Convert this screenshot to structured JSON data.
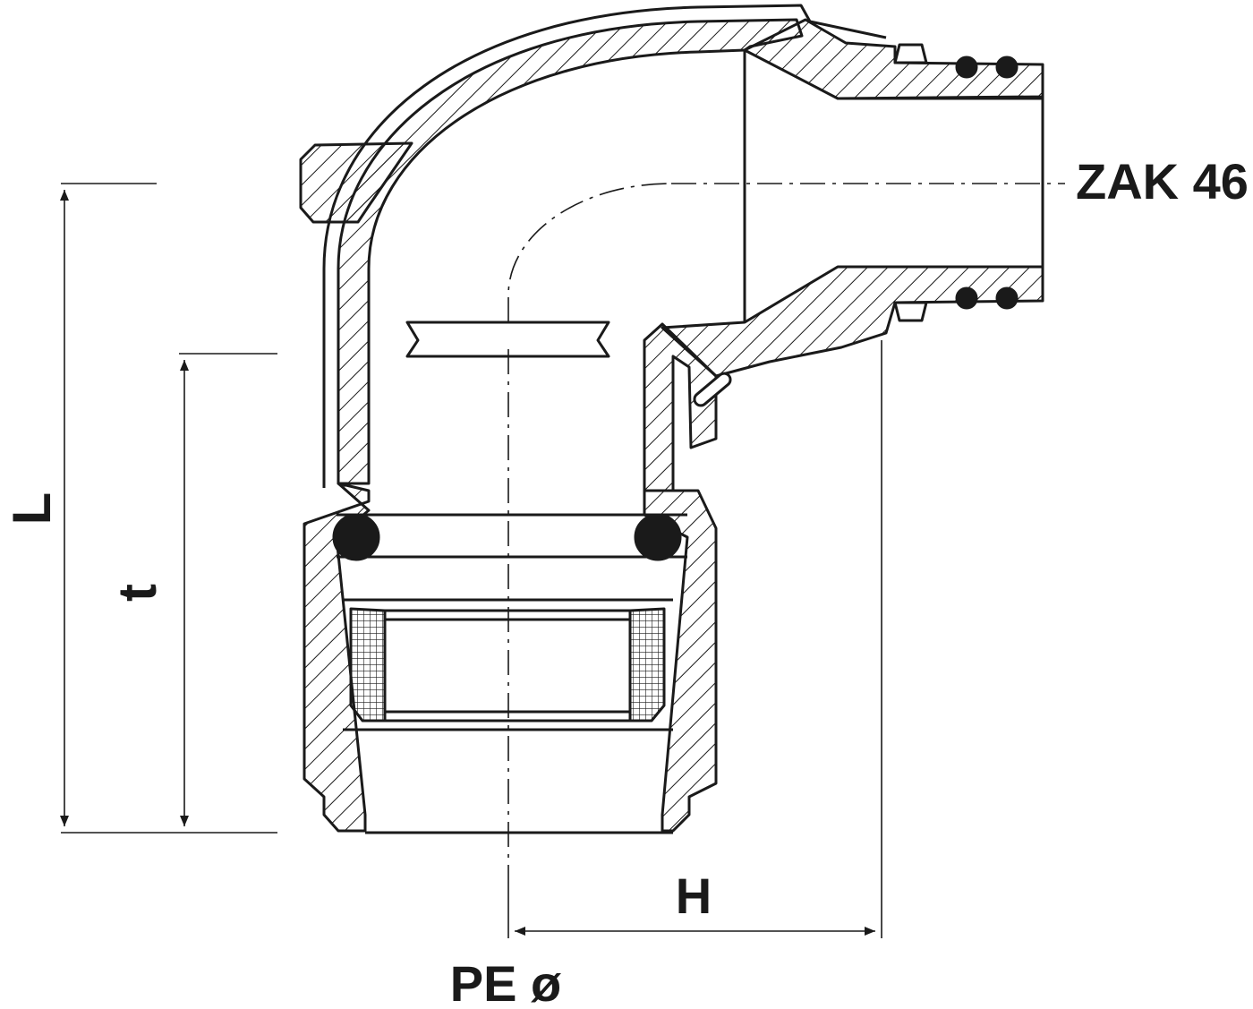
{
  "labels": {
    "connection_type": "ZAK 46",
    "dim_L": "L",
    "dim_t": "t",
    "dim_H": "H",
    "pipe_diameter": "PE ø"
  },
  "colors": {
    "line": "#1a1a1a",
    "background": "#ffffff"
  }
}
